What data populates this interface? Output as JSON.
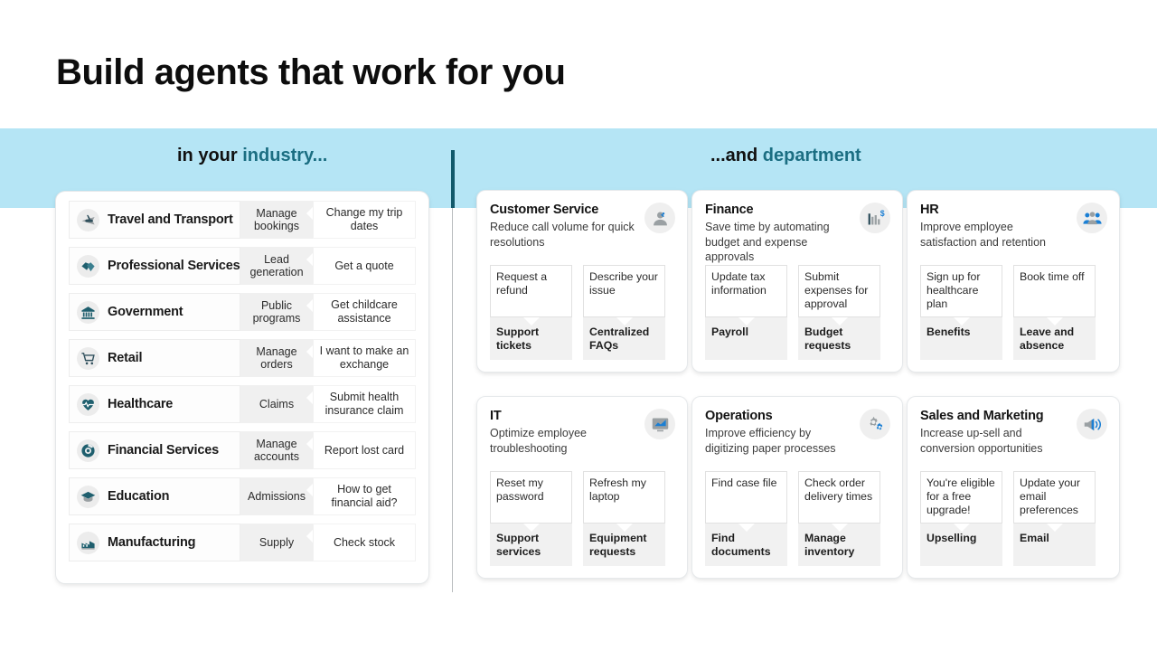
{
  "slide": {
    "title": "Build agents that work for you",
    "accent_color": "#1b6e82",
    "band_color": "#b5e5f5"
  },
  "band": {
    "left": {
      "prefix": "in your ",
      "accent": "industry..."
    },
    "right": {
      "prefix": "...and ",
      "accent": "department"
    }
  },
  "industries": [
    {
      "icon": "airplane-icon",
      "name": "Travel and Transport",
      "category": "Manage bookings",
      "prompt": "Change my trip dates"
    },
    {
      "icon": "handshake-icon",
      "name": "Professional Services",
      "category": "Lead generation",
      "prompt": "Get a quote"
    },
    {
      "icon": "bank-icon",
      "name": "Government",
      "category": "Public programs",
      "prompt": "Get childcare assistance"
    },
    {
      "icon": "shopping-cart-icon",
      "name": "Retail",
      "category": "Manage orders",
      "prompt": "I want to make an exchange"
    },
    {
      "icon": "heart-pulse-icon",
      "name": "Healthcare",
      "category": "Claims",
      "prompt": "Submit health insurance claim"
    },
    {
      "icon": "finance-ring-icon",
      "name": "Financial Services",
      "category": "Manage accounts",
      "prompt": "Report lost card"
    },
    {
      "icon": "graduation-cap-icon",
      "name": "Education",
      "category": "Admissions",
      "prompt": "How to get financial aid?"
    },
    {
      "icon": "factory-icon",
      "name": "Manufacturing",
      "category": "Supply",
      "prompt": "Check stock"
    }
  ],
  "departments": [
    {
      "icon": "person-headset-icon",
      "title": "Customer Service",
      "subtitle": "Reduce call volume for quick resolutions",
      "items": [
        {
          "prompt": "Request a refund",
          "category": "Support tickets"
        },
        {
          "prompt": "Describe your issue",
          "category": "Centralized FAQs"
        }
      ]
    },
    {
      "icon": "bar-chart-dollar-icon",
      "title": "Finance",
      "subtitle": "Save time by automating budget and expense approvals",
      "items": [
        {
          "prompt": "Update tax information",
          "category": "Payroll"
        },
        {
          "prompt": "Submit expenses for approval",
          "category": "Budget requests"
        }
      ]
    },
    {
      "icon": "people-group-icon",
      "title": "HR",
      "subtitle": "Improve employee satisfaction and retention",
      "items": [
        {
          "prompt": "Sign up for healthcare plan",
          "category": "Benefits"
        },
        {
          "prompt": "Book time off",
          "category": "Leave and absence"
        }
      ]
    },
    {
      "icon": "monitor-chart-icon",
      "title": "IT",
      "subtitle": "Optimize employee troubleshooting",
      "items": [
        {
          "prompt": "Reset my password",
          "category": "Support services"
        },
        {
          "prompt": "Refresh my laptop",
          "category": "Equipment requests"
        }
      ]
    },
    {
      "icon": "gears-icon",
      "title": "Operations",
      "subtitle": "Improve efficiency by digitizing paper processes",
      "items": [
        {
          "prompt": "Find case file",
          "category": "Find documents"
        },
        {
          "prompt": "Check order delivery times",
          "category": "Manage inventory"
        }
      ]
    },
    {
      "icon": "megaphone-icon",
      "title": "Sales and Marketing",
      "subtitle": "Increase up-sell and conversion opportunities",
      "items": [
        {
          "prompt": "You're eligible for a free upgrade!",
          "category": "Upselling"
        },
        {
          "prompt": "Update your email preferences",
          "category": "Email"
        }
      ]
    }
  ]
}
